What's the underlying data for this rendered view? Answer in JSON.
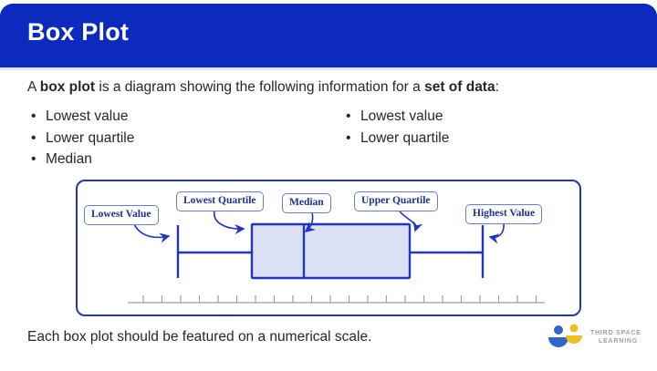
{
  "header": {
    "title": "Box Plot"
  },
  "intro": {
    "prefix": "A ",
    "bold1": "box plot",
    "middle": " is a diagram showing the following information for a ",
    "bold2": "set of data",
    "suffix": ":"
  },
  "bullets": {
    "left": [
      "Lowest value",
      "Lower quartile",
      "Median"
    ],
    "right": [
      "Lowest value",
      "Lower quartile"
    ]
  },
  "diagram": {
    "labels": {
      "lowest_value": "Lowest Value",
      "lowest_quartile": "Lowest Quartile",
      "median": "Median",
      "upper_quartile": "Upper Quartile",
      "highest_value": "Highest Value"
    }
  },
  "footer": {
    "text": "Each box plot should be featured on a numerical scale."
  },
  "logo": {
    "line1": "THIRD SPACE",
    "line2": "LEARNING"
  },
  "colors": {
    "header_bg": "#0c2bbe",
    "header_text": "#ffffff",
    "accent_blue": "#2334bd",
    "box_fill": "#dbe0f5",
    "label_text": "#1c2f9e",
    "label_border": "#6b7cd6",
    "body_text": "#23272f",
    "ruler_gray": "#9aa0a6",
    "logo_blue": "#2e66c9",
    "logo_yellow": "#e9c320",
    "logo_text_gray": "#97a1ac"
  }
}
